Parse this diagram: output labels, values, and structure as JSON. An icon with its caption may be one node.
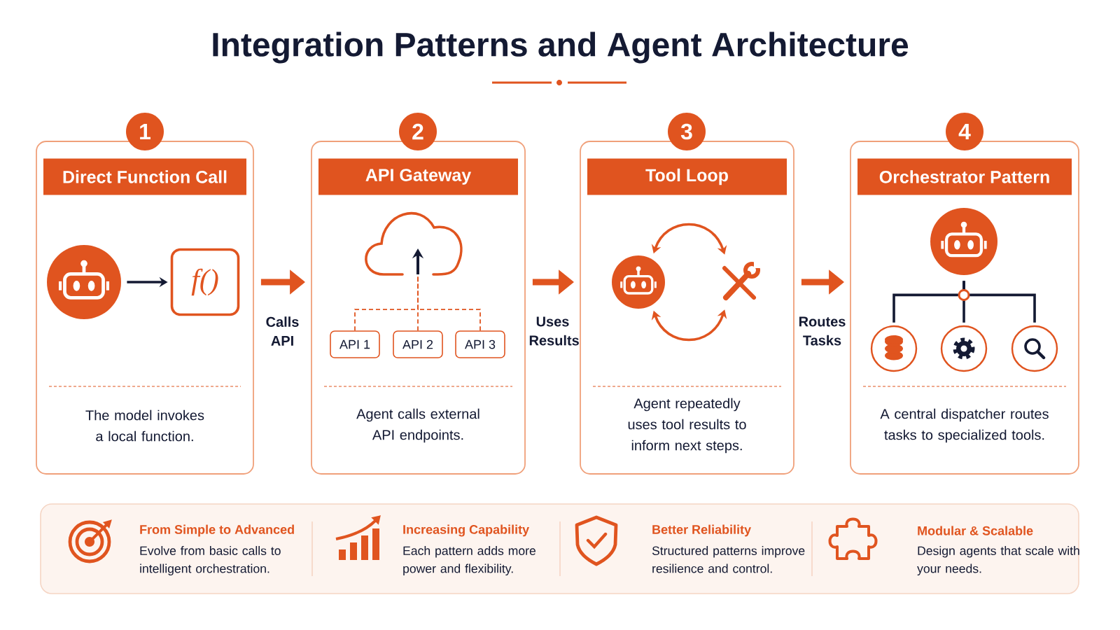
{
  "diagram": {
    "title": "Integration Patterns and Agent Architecture",
    "nodes": [
      {
        "text": [
          "1"
        ]
      },
      {
        "text": [
          "The model invokes a local function."
        ]
      },
      {
        "text": [
          "Direct Function Call"
        ],
        "in": 1
      },
      {
        "text": [],
        "shape": "circle",
        "in": 1
      },
      {
        "text": [
          "f()"
        ],
        "in": 1
      },
      {
        "text": [
          "2"
        ]
      },
      {
        "text": [
          "Agent calls external API endpoints."
        ]
      },
      {
        "text": [
          "API Gateway"
        ],
        "in": 6
      },
      {
        "text": [],
        "shape": "cloud",
        "in": 6
      },
      {
        "text": [
          "API 1"
        ],
        "in": 6
      },
      {
        "text": [
          "API 2"
        ],
        "in": 6
      },
      {
        "text": [
          "API 3"
        ],
        "in": 6
      },
      {
        "text": [
          "3"
        ]
      },
      {
        "text": [
          "Agent repeatedly uses tool results to inform next steps."
        ]
      },
      {
        "text": [
          "Tool Loop"
        ],
        "in": 13
      },
      {
        "text": [],
        "shape": "circle",
        "in": 13
      },
      {
        "text": [],
        "shape": "picture",
        "in": 13
      },
      {
        "text": [
          "4"
        ]
      },
      {
        "text": [
          "A central dispatcher routes tasks to specialized tools."
        ]
      },
      {
        "text": [
          "Orchestrator Pattern"
        ],
        "in": 18
      },
      {
        "text": [],
        "shape": "circle",
        "in": 18
      },
      {
        "text": [],
        "shape": "circle",
        "in": 18
      },
      {
        "text": [],
        "shape": "circle",
        "in": 18
      },
      {
        "text": [],
        "shape": "circle",
        "in": 18
      }
    ],
    "edges": [
      {
        "from": 3,
        "to": 4,
        "arrow": "to",
        "color": "#141a33"
      },
      {
        "from": 1,
        "to": 6,
        "arrow": "to",
        "label": "Calls API",
        "style": "thick"
      },
      {
        "from": 9,
        "to": 8,
        "arrow": "none",
        "style": "dashed"
      },
      {
        "from": 10,
        "to": 8,
        "arrow": "none",
        "style": "dashed"
      },
      {
        "from": 11,
        "to": 8,
        "arrow": "none",
        "style": "dashed"
      },
      {
        "from": 6,
        "to": 13,
        "arrow": "to",
        "label": "Uses Results",
        "style": "thick"
      },
      {
        "from": 15,
        "to": 16,
        "arrow": "both"
      },
      {
        "from": 15,
        "to": 16,
        "arrow": "both"
      },
      {
        "from": 13,
        "to": 18,
        "arrow": "to",
        "label": "Routes Tasks",
        "style": "thick"
      },
      {
        "from": 20,
        "to": 21,
        "arrow": "none",
        "color": "#141a33"
      },
      {
        "from": 20,
        "to": 22,
        "arrow": "none",
        "color": "#141a33"
      },
      {
        "from": 20,
        "to": 23,
        "arrow": "none",
        "color": "#141a33"
      }
    ],
    "labels": [
      "From Simple to Advanced",
      "Evolve from basic calls to intelligent orchestration.",
      "Increasing Capability",
      "Each pattern adds more power and flexibility.",
      "Better Reliability",
      "Structured patterns improve resilience and control.",
      "Modular & Scalable",
      "Design agents that scale with your needs."
    ]
  }
}
